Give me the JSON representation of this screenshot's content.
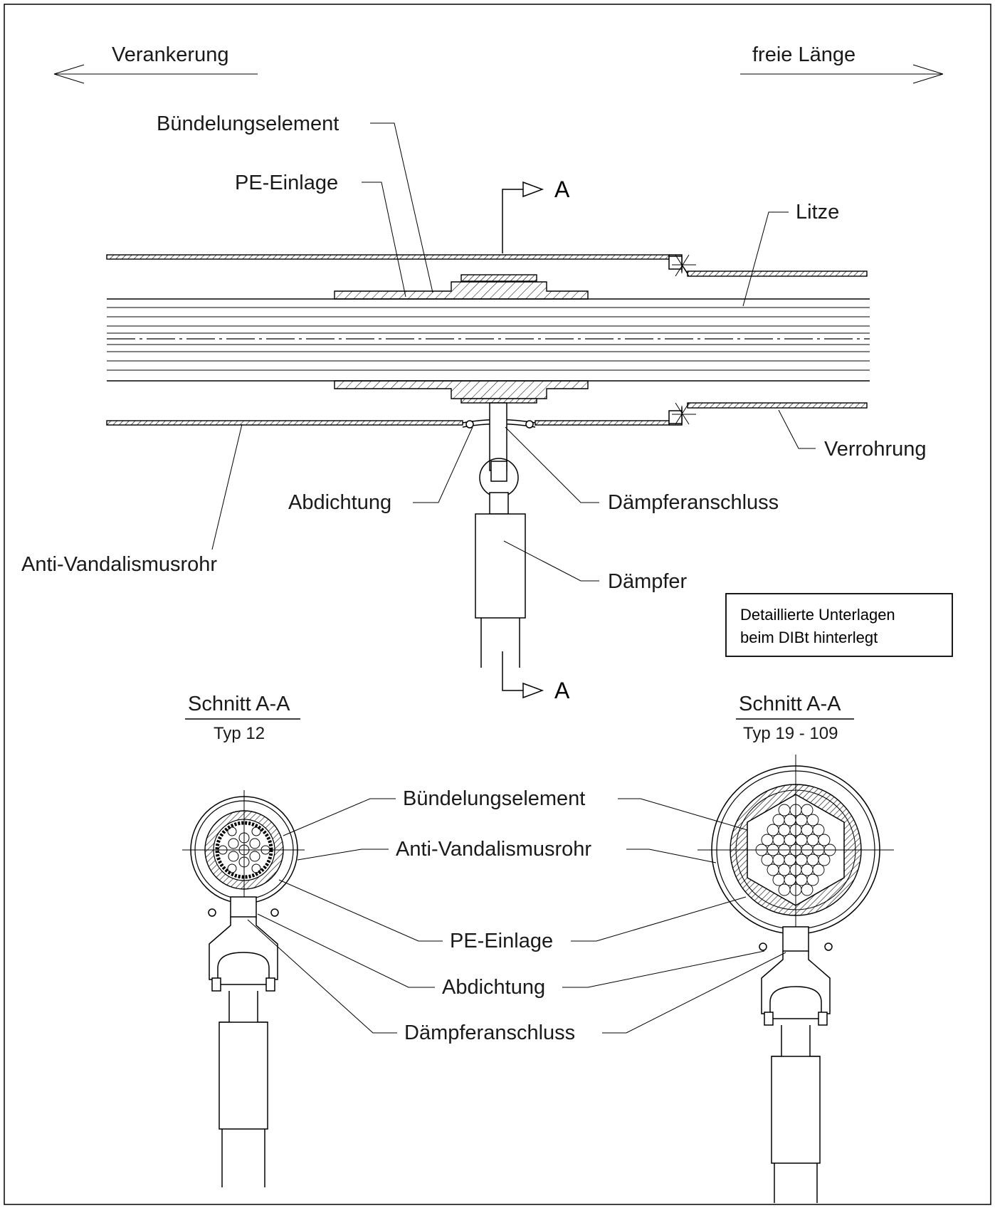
{
  "direction": {
    "left": "Verankerung",
    "right": "freie Länge"
  },
  "elevation": {
    "labels": {
      "buendelungselement": "Bündelungselement",
      "pe_einlage": "PE-Einlage",
      "litze": "Litze",
      "verrohrung": "Verrohrung",
      "abdichtung": "Abdichtung",
      "daempferanschluss": "Dämpferanschluss",
      "anti_vandalismusrohr": "Anti-Vandalismusrohr",
      "daempfer": "Dämpfer"
    },
    "section_marker": "A"
  },
  "note": {
    "line1": "Detaillierte Unterlagen",
    "line2": "beim DIBt hinterlegt"
  },
  "sections": {
    "left": {
      "title": "Schnitt A-A",
      "subtitle": "Typ 12"
    },
    "right": {
      "title": "Schnitt A-A",
      "subtitle": "Typ 19 - 109"
    },
    "labels": {
      "buendelungselement": "Bündelungselement",
      "anti_vandalismusrohr": "Anti-Vandalismusrohr",
      "pe_einlage": "PE-Einlage",
      "abdichtung": "Abdichtung",
      "daempferanschluss": "Dämpferanschluss"
    }
  }
}
